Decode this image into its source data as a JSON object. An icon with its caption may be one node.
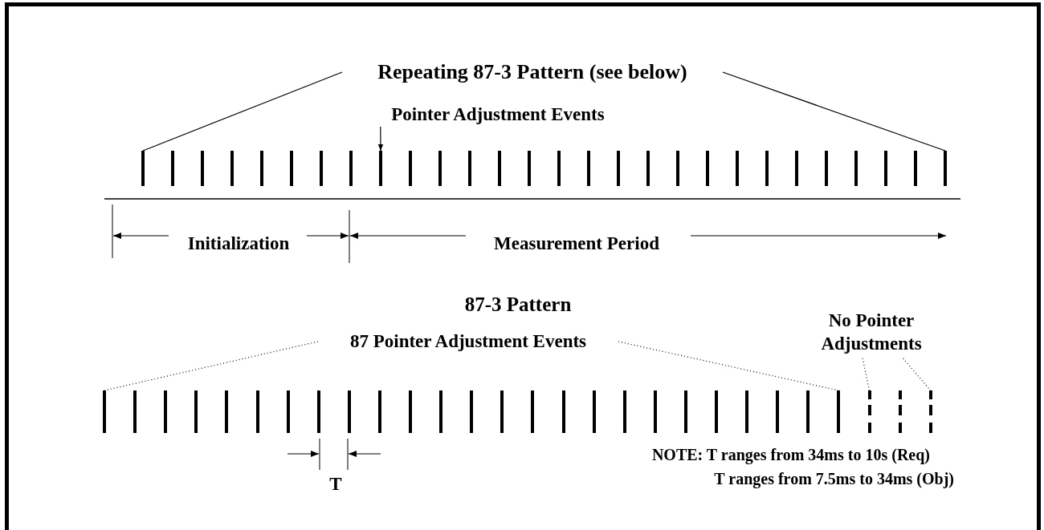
{
  "diagram": {
    "nodes": [
      {
        "text": [
          "Repeating 87-3 Pattern (see below)"
        ]
      },
      {
        "text": [
          "Pointer Adjustment Events"
        ]
      },
      {
        "text": [
          "87 Pointer Adjustment Events"
        ]
      },
      {
        "text": [
          "No Pointer Adjustments"
        ]
      },
      {
        "text": [],
        "shape": "bar"
      },
      {
        "text": [],
        "shape": "bar"
      },
      {
        "text": [],
        "shape": "bar"
      },
      {
        "text": [],
        "shape": "bar"
      },
      {
        "text": [],
        "shape": "bar"
      },
      {
        "text": [],
        "shape": "bar"
      },
      {
        "text": [],
        "shape": "bar"
      }
    ],
    "edges": [
      {
        "from": 0,
        "to": 4,
        "arrow": "none"
      },
      {
        "from": 0,
        "to": 6,
        "arrow": "none"
      },
      {
        "from": 1,
        "to": 5,
        "arrow": "to"
      },
      {
        "from": 2,
        "to": 7,
        "arrow": "none",
        "style": "dashed"
      },
      {
        "from": 2,
        "to": 8,
        "arrow": "none",
        "style": "dashed"
      },
      {
        "from": 3,
        "to": 9,
        "arrow": "none",
        "style": "dashed"
      },
      {
        "from": 3,
        "to": 10,
        "arrow": "none",
        "style": "dashed"
      }
    ],
    "labels": [
      "Initialization",
      "Measurement Period",
      "87-3 Pattern",
      "T",
      "NOTE: T ranges from 34ms to 10s (Req)",
      "T ranges from 7.5ms to 34ms (Obj)"
    ]
  }
}
